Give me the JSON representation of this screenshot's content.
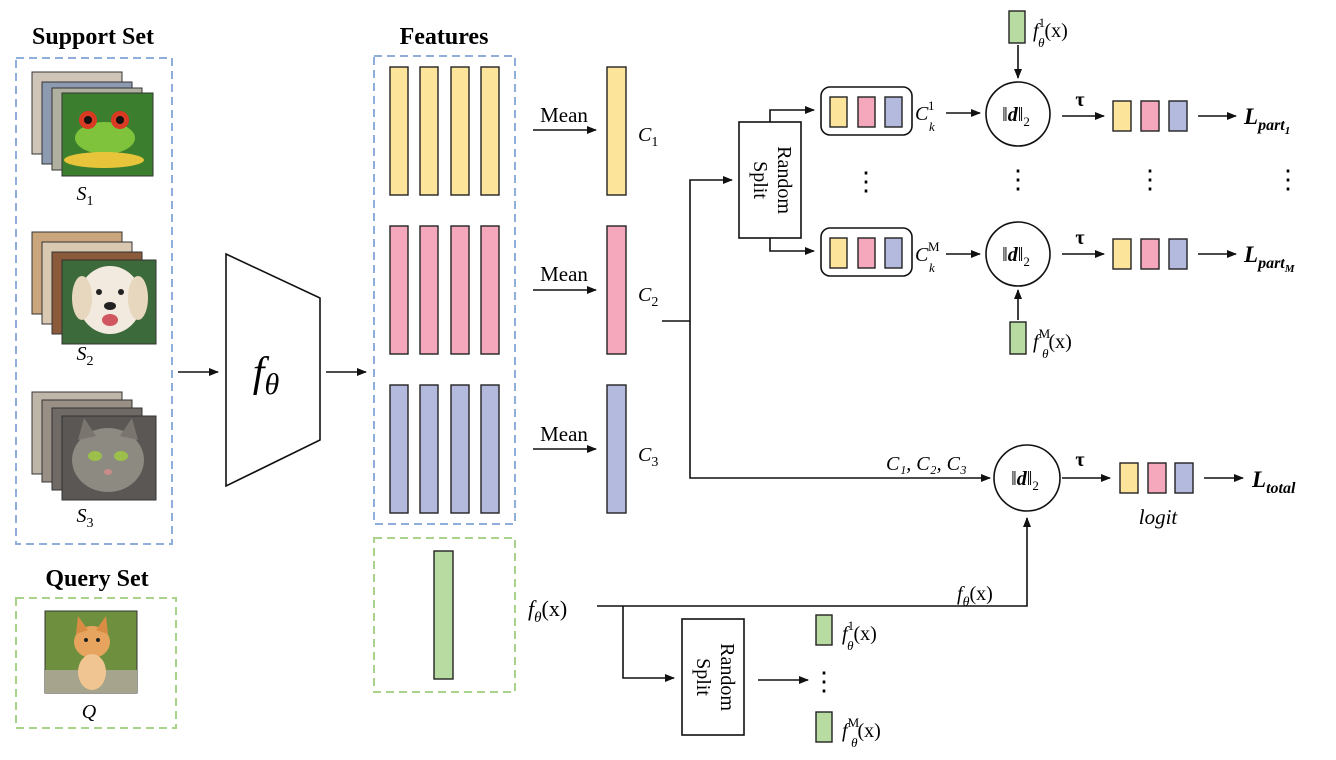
{
  "titles": {
    "support_set": "Support Set",
    "features": "Features",
    "query_set": "Query Set"
  },
  "support": {
    "s1": "S",
    "s1_sub": "1",
    "s2": "S",
    "s2_sub": "2",
    "s3": "S",
    "s3_sub": "3",
    "q": "Q"
  },
  "backbone": {
    "f": "f",
    "theta": "θ"
  },
  "mean_labels": [
    "Mean",
    "Mean",
    "Mean"
  ],
  "class_centers": [
    {
      "main": "C",
      "sub": "1"
    },
    {
      "main": "C",
      "sub": "2"
    },
    {
      "main": "C",
      "sub": "3"
    }
  ],
  "random_split": {
    "line1": "Random",
    "line2": "Split"
  },
  "ck_labels": [
    {
      "main": "C",
      "sub": "k",
      "sup": "1"
    },
    {
      "main": "C",
      "sub": "k",
      "sup": "M"
    }
  ],
  "norm": {
    "bars_open": "‖",
    "d": "d",
    "bars_close": "‖",
    "sub": "2"
  },
  "tau": "τ",
  "ellipsis": "⋮",
  "losses": [
    {
      "main": "L",
      "sub": "part",
      "subsub": "1"
    },
    {
      "main": "L",
      "sub": "part",
      "subsub": "M"
    },
    {
      "main": "L",
      "sub": "total",
      "subsub": ""
    }
  ],
  "query_feature": {
    "f_x": "f",
    "theta": "θ",
    "x": "(x)",
    "f1": {
      "f": "f",
      "sup": "1",
      "theta": "θ",
      "x": "(x)"
    },
    "fM": {
      "f": "f",
      "sup": "M",
      "theta": "θ",
      "x": "(x)"
    }
  },
  "total_input": "C₁, C₂, C₃",
  "logit": "logit",
  "colors": {
    "yellow": "#fde49b",
    "pink": "#f5a8bc",
    "blue": "#b4b9de",
    "green": "#b7dba0",
    "blue_dash": "#8faedb",
    "green_dash": "#a9d28a",
    "stroke": "#222222"
  },
  "icons": {
    "support_images": [
      "frog-photo-icon",
      "dog-photo-icon",
      "cat-photo-icon"
    ],
    "query_image": "kitten-photo-icon"
  }
}
